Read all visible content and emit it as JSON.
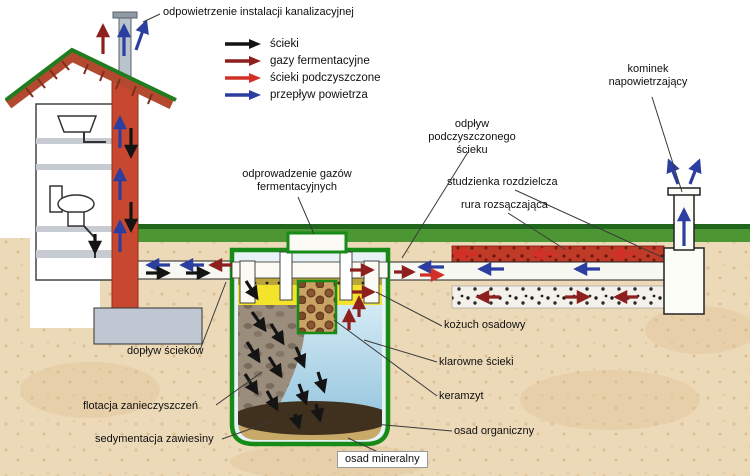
{
  "legend": {
    "items": [
      {
        "label": "ścieki",
        "color": "#141414"
      },
      {
        "label": "gazy fermentacyjne",
        "color": "#8e1f1f"
      },
      {
        "label": "ścieki podczyszczone",
        "color": "#d23026"
      },
      {
        "label": "przepływ powietrza",
        "color": "#2c3e9f"
      }
    ]
  },
  "labels": {
    "vent": "odpowietrzenie instalacji kanalizacyjnej",
    "chimney": "kominek napowietrzający",
    "outflow": "odpływ podczyszczonego ścieku",
    "gas_discharge": "odprowadzenie gazów fermentacyjnych",
    "distribution_well": "studzienka rozdzielcza",
    "drain_pipe": "rura rozsączająca",
    "scum_layer": "kożuch osadowy",
    "inflow": "dopływ ścieków",
    "clear_sewage": "klarowne ścieki",
    "keramzyt": "keramzyt",
    "flotation": "flotacja zanieczyszczeń",
    "organic_sediment": "osad organiczny",
    "sedimentation": "sedymentacja zawiesiny",
    "mineral_sediment": "osad mineralny"
  },
  "palette": {
    "tank_outline": "#178a17",
    "grass": "#4c9733",
    "grass_dark": "#20661c",
    "soil": "#ecd9b8",
    "stack_red": "#c8472f",
    "roof_red": "#b34a30",
    "water": "#8cc0da",
    "scum_yellow": "#f4e32b",
    "drain_pipe_red": "#c03a28",
    "arrow_black": "#141414",
    "arrow_darkred": "#8e1f1f",
    "arrow_red": "#d23026",
    "arrow_blue": "#2c3e9f"
  }
}
